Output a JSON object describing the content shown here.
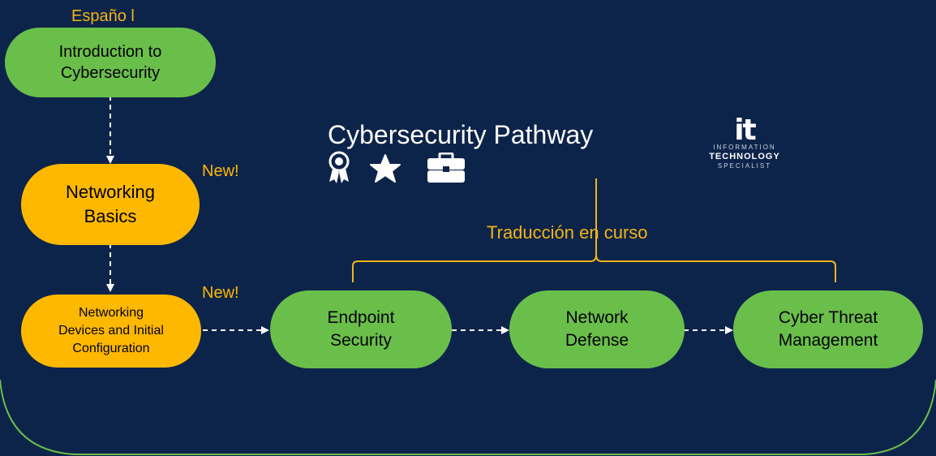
{
  "language_label": "Españo l",
  "pathway_title": "Cybersecurity Pathway",
  "translation_note": "Traducción en curso",
  "new_badge_1": "New!",
  "new_badge_2": "New!",
  "courses": {
    "intro": {
      "line1": "Introduction to",
      "line2": "Cybersecurity"
    },
    "networking_basics": {
      "line1": "Networking",
      "line2": "Basics"
    },
    "networking_devices": {
      "line1": "Networking",
      "line2": "Devices and Initial",
      "line3": "Configuration"
    },
    "endpoint_security": {
      "line1": "Endpoint",
      "line2": "Security"
    },
    "network_defense": {
      "line1": "Network",
      "line2": "Defense"
    },
    "cyber_threat": {
      "line1": "Cyber Threat",
      "line2": "Management"
    }
  },
  "logo": {
    "mark": "it",
    "line1": "INFORMATION",
    "line2": "TECHNOLOGY",
    "line3": "SPECIALIST"
  },
  "icons": [
    "award-ribbon-icon",
    "star-icon",
    "briefcase-icon"
  ],
  "colors": {
    "background": "#0d244a",
    "green": "#6abf4b",
    "yellow": "#ffb800",
    "accent_text": "#f2b417",
    "border": "#6abf4b"
  }
}
